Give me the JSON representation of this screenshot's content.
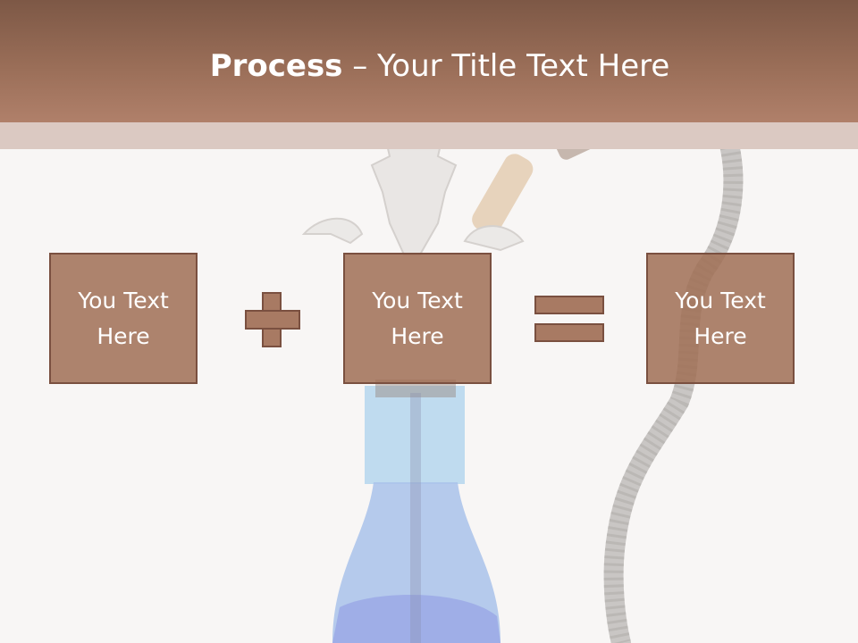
{
  "slide": {
    "title_bold": "Process",
    "title_rest": " – Your Title Text Here"
  },
  "boxes": [
    {
      "line1": "You Text",
      "line2": "Here"
    },
    {
      "line1": "You Text",
      "line2": "Here"
    },
    {
      "line1": "You Text",
      "line2": "Here"
    }
  ],
  "colors": {
    "header": "#9a6e58",
    "box_fill": "#a87a63",
    "box_border": "#7a5040",
    "background": "#f8f6f5"
  },
  "icons": {
    "operator_1": "plus-icon",
    "operator_2": "equals-icon",
    "background": "hookah-illustration"
  }
}
